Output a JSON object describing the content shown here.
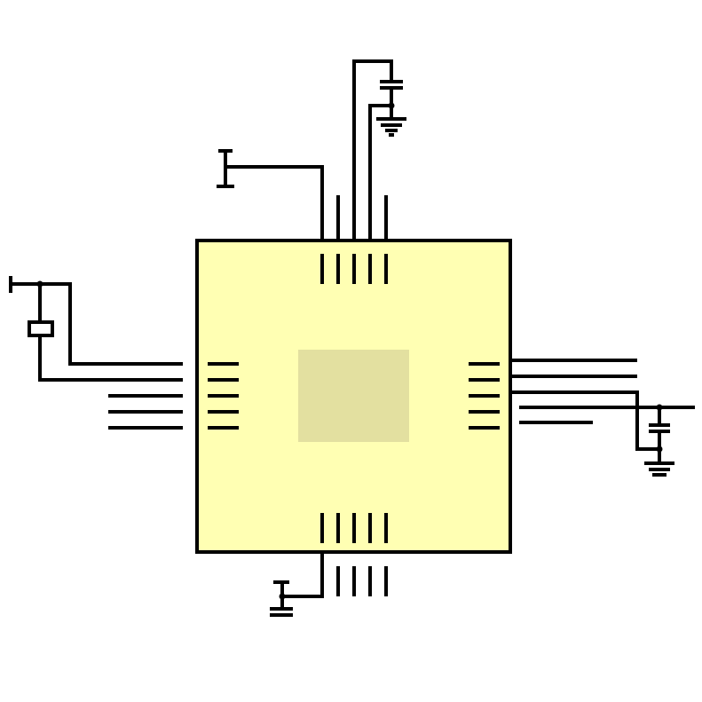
{
  "colors": {
    "background": "#ffffff",
    "chip_body": "#ffffb3",
    "die_pad": "#e3e0a0",
    "wire": "#000000"
  },
  "components": [
    {
      "id": "mcu",
      "kind": "ic-package-qfp",
      "pins_per_side": 5
    },
    {
      "id": "top-cap",
      "kind": "capacitor"
    },
    {
      "id": "top-ground",
      "kind": "ground-symbol"
    },
    {
      "id": "top-left-terminal",
      "kind": "terminal-bar"
    },
    {
      "id": "left-terminal",
      "kind": "terminal-bar"
    },
    {
      "id": "left-crystal",
      "kind": "crystal"
    },
    {
      "id": "right-cap",
      "kind": "capacitor"
    },
    {
      "id": "right-ground",
      "kind": "ground-symbol"
    },
    {
      "id": "bottom-cap",
      "kind": "capacitor"
    }
  ]
}
